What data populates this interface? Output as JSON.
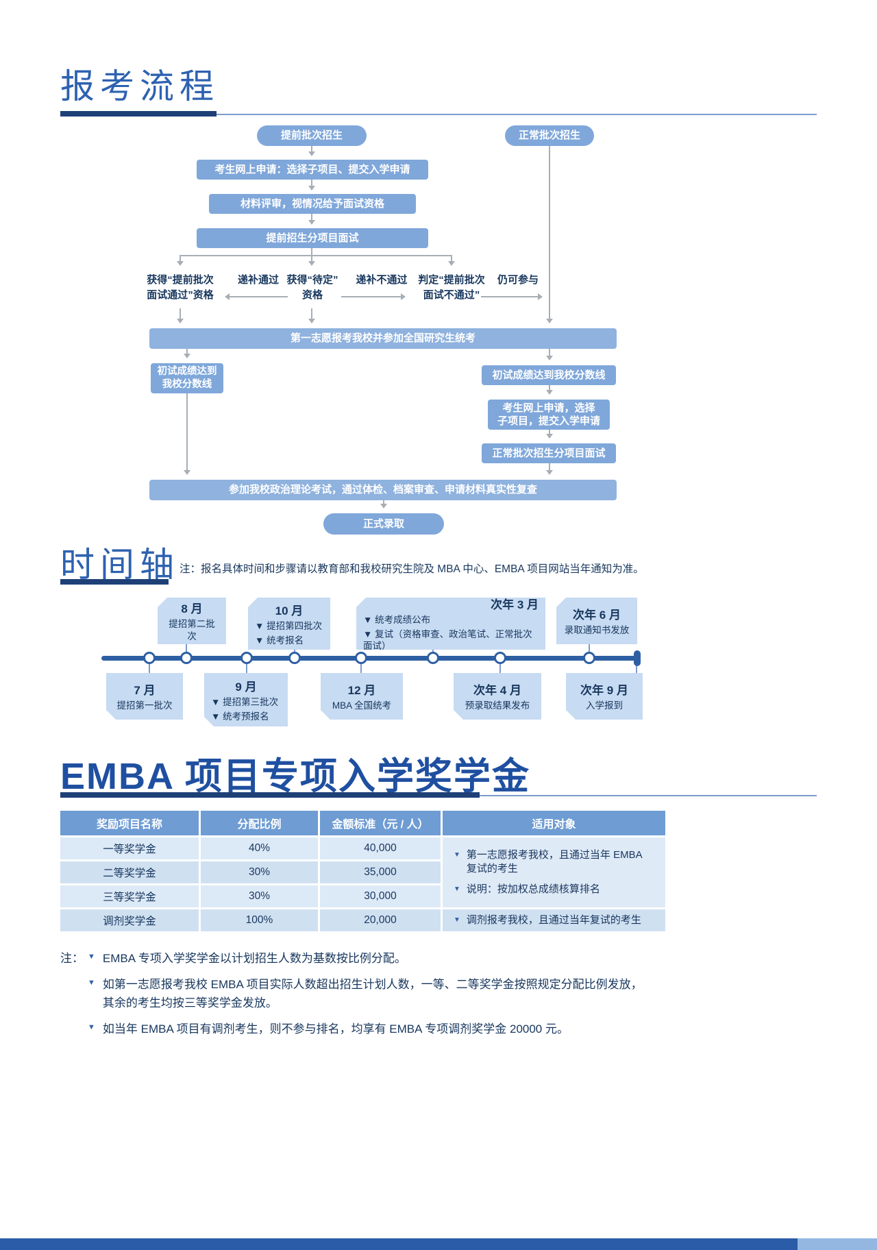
{
  "page": {
    "flow_title": "报考流程",
    "timeline_title": "时间轴",
    "scholarship_title": "EMBA 项目专项入学奖学金"
  },
  "ui": {
    "marker": "▼"
  },
  "flow": {
    "early_batch": "提前批次招生",
    "normal_batch": "正常批次招生",
    "apply_online": "考生网上申请：选择子项目、提交入学申请",
    "material_review": "材料评审，视情况给予面试资格",
    "early_interview": "提前招生分项目面试",
    "label_pass": "获得“提前批次\n面试通过”资格",
    "label_waitlist_pass": "递补通过",
    "label_pending": "获得“待定”\n资格",
    "label_waitlist_fail": "递补不通过",
    "label_fail": "判定“提前批次\n面试不通过”",
    "label_still_join": "仍可参与",
    "national_exam": "第一志愿报考我校并参加全国研究生统考",
    "score_left": "初试成绩达到\n我校分数线",
    "score_right": "初试成绩达到我校分数线",
    "apply_online2": "考生网上申请，选择\n子项目，提交入学申请",
    "normal_interview": "正常批次招生分项目面试",
    "political_exam": "参加我校政治理论考试，通过体检、档案审查、申请材料真实性复查",
    "admission": "正式录取"
  },
  "timeline": {
    "note": "注：报名具体时间和步骤请以教育部和我校研究生院及 MBA 中心、EMBA 项目网站当年通知为准。",
    "above": [
      {
        "month": "8 月",
        "lines": [
          "提招第二批次"
        ]
      },
      {
        "month": "10 月",
        "lines": [
          "▼ 提招第四批次",
          "▼ 统考报名"
        ]
      },
      {
        "month": "次年 3 月",
        "lines": [
          "▼ 统考成绩公布",
          "▼ 复试（资格审查、政治笔试、正常批次面试）"
        ]
      },
      {
        "month": "次年 6 月",
        "lines": [
          "录取通知书发放"
        ]
      }
    ],
    "below": [
      {
        "month": "7 月",
        "lines": [
          "提招第一批次"
        ]
      },
      {
        "month": "9 月",
        "lines": [
          "▼ 提招第三批次",
          "▼ 统考预报名"
        ]
      },
      {
        "month": "12 月",
        "lines": [
          "MBA 全国统考"
        ]
      },
      {
        "month": "次年 4 月",
        "lines": [
          "预录取结果发布"
        ]
      },
      {
        "month": "次年 9 月",
        "lines": [
          "入学报到"
        ]
      }
    ]
  },
  "scholarship": {
    "headers": [
      "奖励项目名称",
      "分配比例",
      "金额标准（元 / 人）",
      "适用对象"
    ],
    "rows": [
      {
        "name": "一等奖学金",
        "ratio": "40%",
        "amount": "40,000"
      },
      {
        "name": "二等奖学金",
        "ratio": "30%",
        "amount": "35,000"
      },
      {
        "name": "三等奖学金",
        "ratio": "30%",
        "amount": "30,000"
      },
      {
        "name": "调剂奖学金",
        "ratio": "100%",
        "amount": "20,000"
      }
    ],
    "target_first": [
      "第一志愿报考我校，且通过当年 EMBA\n复试的考生",
      "说明：按加权总成绩核算排名"
    ],
    "target_last": "调剂报考我校，且通过当年复试的考生"
  },
  "notes": {
    "prefix": "注：",
    "items": [
      "EMBA 专项入学奖学金以计划招生人数为基数按比例分配。",
      "如第一志愿报考我校 EMBA 项目实际人数超出招生计划人数，一等、二等奖学金按照规定分配比例发放，\n其余的考生均按三等奖学金发放。",
      "如当年 EMBA 项目有调剂考生，则不参与排名，均享有 EMBA 专项调剂奖学金 20000 元。"
    ]
  }
}
